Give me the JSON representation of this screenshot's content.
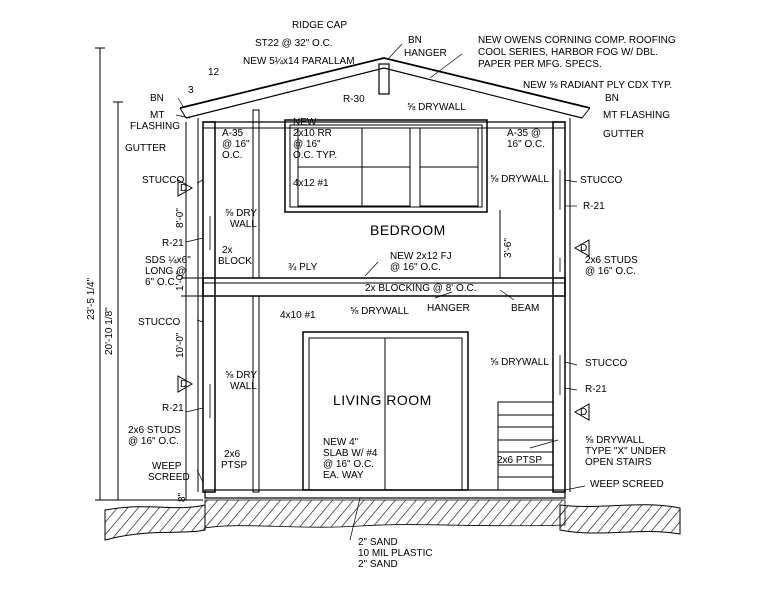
{
  "drawing": {
    "rooms": {
      "bedroom": "BEDROOM",
      "living_room": "LIVING ROOM"
    },
    "roof_labels": {
      "ridge_cap": "RIDGE CAP",
      "st22": "ST22 @ 32\" O.C.",
      "bn_top": "BN",
      "hanger_top": "HANGER",
      "parallam": "NEW 5¼x14 PARALLAM",
      "roofing": [
        "NEW OWENS CORNING COMP. ROOFING",
        "COOL SERIES, HARBOR FOG W/ DBL.",
        "PAPER PER MFG. SPECS."
      ],
      "radiant_ply": "NEW ⅝ RADIANT PLY CDX TYP.",
      "r30": "R-30",
      "drywall_ceiling": "⅝ DRYWALL",
      "slope_run": "12",
      "slope_rise": "3"
    },
    "left_labels": {
      "bn": "BN",
      "mt_flashing": [
        "MT",
        "FLASHING"
      ],
      "gutter": "GUTTER",
      "stucco_upper": "STUCCO",
      "r21_upper": "R-21",
      "sds": [
        "SDS ¼x6\"",
        "LONG @",
        "6\" O.C."
      ],
      "stucco_lower": "STUCCO",
      "r21_lower": "R-21",
      "studs": [
        "2x6 STUDS",
        "@ 16\" O.C."
      ],
      "weep_screed": [
        "WEEP",
        "SCREED"
      ]
    },
    "interior_labels": {
      "a35_left": [
        "A-35",
        "@ 16\"",
        "O.C."
      ],
      "rafter_new": [
        "NEW",
        "2x10 RR",
        "@ 16\"",
        "O.C. TYP."
      ],
      "header_4x12": "4x12 #1",
      "drywall_upper_left": [
        "⅝ DRY",
        "WALL"
      ],
      "block_2x": [
        "2x",
        "BLOCK"
      ],
      "ply": "¾ PLY",
      "floor_joist": [
        "NEW 2x12 FJ",
        "@ 16\" O.C."
      ],
      "blocking": "2x BLOCKING @ 8' O.C.",
      "header_4x10": "4x10 #1",
      "drywall_mid": "⅝ DRYWALL",
      "hanger": "HANGER",
      "beam": "BEAM",
      "drywall_lower_left": [
        "⅝ DRY",
        "WALL"
      ],
      "ptsp_left": [
        "2x6",
        "PTSP"
      ],
      "slab": [
        "NEW 4\"",
        "SLAB W/ #4",
        "@ 16\" O.C.",
        "EA. WAY"
      ],
      "ptsp_right": "2x6 PTSP"
    },
    "right_labels": {
      "bn": "BN",
      "mt_flashing": "MT FLASHING",
      "gutter": "GUTTER",
      "a35_right": [
        "A-35 @",
        "16\" O.C."
      ],
      "drywall_upper": "⅝ DRYWALL",
      "stucco_upper": "STUCCO",
      "r21_upper": "R-21",
      "studs": [
        "2x6 STUDS",
        "@ 16\" O.C."
      ],
      "drywall_lower": "⅝ DRYWALL",
      "stucco_lower": "STUCCO",
      "r21_lower": "R-21",
      "stair_drywall": [
        "⅝ DRYWALL",
        "TYPE \"X\" UNDER",
        "OPEN STAIRS"
      ],
      "weep_screed": "WEEP SCREED"
    },
    "foundation_labels": [
      "2\" SAND",
      "10 MIL PLASTIC",
      "2\" SAND"
    ],
    "dimensions": {
      "overall": "23'-5 1/4\"",
      "to_top_plate": "20'-10 1/8\"",
      "upper_wall": "8'-0\"",
      "floor_depth": "1'-0\"",
      "lower_wall": "10'-0\"",
      "sill": "8\"",
      "window_sill": "3'-6\""
    },
    "detail_markers": [
      "D",
      "D",
      "D",
      "D"
    ]
  }
}
